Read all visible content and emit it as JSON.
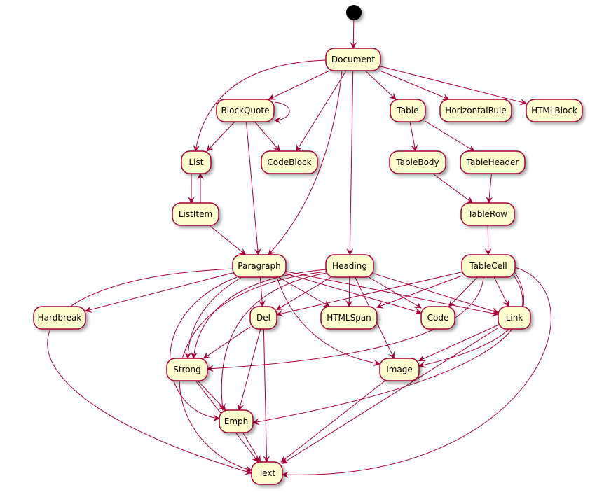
{
  "diagram": {
    "type": "activity-graph",
    "colors": {
      "node_fill": "#FEFECE",
      "border": "#A80036",
      "start": "#000000"
    },
    "start": {
      "label": "start"
    },
    "nodes": [
      {
        "id": "Document",
        "label": "Document"
      },
      {
        "id": "BlockQuote",
        "label": "BlockQuote"
      },
      {
        "id": "CodeBlock",
        "label": "CodeBlock"
      },
      {
        "id": "Table",
        "label": "Table"
      },
      {
        "id": "HorizontalRule",
        "label": "HorizontalRule"
      },
      {
        "id": "HTMLBlock",
        "label": "HTMLBlock"
      },
      {
        "id": "List",
        "label": "List"
      },
      {
        "id": "TableBody",
        "label": "TableBody"
      },
      {
        "id": "TableHeader",
        "label": "TableHeader"
      },
      {
        "id": "ListItem",
        "label": "ListItem"
      },
      {
        "id": "TableRow",
        "label": "TableRow"
      },
      {
        "id": "Paragraph",
        "label": "Paragraph"
      },
      {
        "id": "Heading",
        "label": "Heading"
      },
      {
        "id": "TableCell",
        "label": "TableCell"
      },
      {
        "id": "Hardbreak",
        "label": "Hardbreak"
      },
      {
        "id": "Del",
        "label": "Del"
      },
      {
        "id": "HTMLSpan",
        "label": "HTMLSpan"
      },
      {
        "id": "Code",
        "label": "Code"
      },
      {
        "id": "Link",
        "label": "Link"
      },
      {
        "id": "Strong",
        "label": "Strong"
      },
      {
        "id": "Image",
        "label": "Image"
      },
      {
        "id": "Emph",
        "label": "Emph"
      },
      {
        "id": "Text",
        "label": "Text"
      }
    ],
    "edges": [
      [
        "start",
        "Document"
      ],
      [
        "Document",
        "List"
      ],
      [
        "Document",
        "BlockQuote"
      ],
      [
        "Document",
        "CodeBlock"
      ],
      [
        "Document",
        "Paragraph"
      ],
      [
        "Document",
        "Heading"
      ],
      [
        "Document",
        "Table"
      ],
      [
        "Document",
        "HorizontalRule"
      ],
      [
        "Document",
        "HTMLBlock"
      ],
      [
        "BlockQuote",
        "BlockQuote"
      ],
      [
        "BlockQuote",
        "List"
      ],
      [
        "BlockQuote",
        "CodeBlock"
      ],
      [
        "BlockQuote",
        "Paragraph"
      ],
      [
        "List",
        "ListItem"
      ],
      [
        "ListItem",
        "List"
      ],
      [
        "ListItem",
        "Paragraph"
      ],
      [
        "Table",
        "TableBody"
      ],
      [
        "Table",
        "TableHeader"
      ],
      [
        "TableBody",
        "TableRow"
      ],
      [
        "TableHeader",
        "TableRow"
      ],
      [
        "TableRow",
        "TableCell"
      ],
      [
        "Paragraph",
        "Hardbreak"
      ],
      [
        "Paragraph",
        "Text"
      ],
      [
        "Paragraph",
        "Strong"
      ],
      [
        "Paragraph",
        "Emph"
      ],
      [
        "Paragraph",
        "Del"
      ],
      [
        "Paragraph",
        "HTMLSpan"
      ],
      [
        "Paragraph",
        "Code"
      ],
      [
        "Paragraph",
        "Link"
      ],
      [
        "Paragraph",
        "Image"
      ],
      [
        "Heading",
        "Strong"
      ],
      [
        "Heading",
        "Emph"
      ],
      [
        "Heading",
        "Del"
      ],
      [
        "Heading",
        "HTMLSpan"
      ],
      [
        "Heading",
        "Code"
      ],
      [
        "Heading",
        "Link"
      ],
      [
        "Heading",
        "Image"
      ],
      [
        "Heading",
        "Text"
      ],
      [
        "TableCell",
        "Del"
      ],
      [
        "TableCell",
        "HTMLSpan"
      ],
      [
        "TableCell",
        "Code"
      ],
      [
        "TableCell",
        "Link"
      ],
      [
        "TableCell",
        "Strong"
      ],
      [
        "TableCell",
        "Image"
      ],
      [
        "TableCell",
        "Emph"
      ],
      [
        "TableCell",
        "Text"
      ],
      [
        "Del",
        "Strong"
      ],
      [
        "Del",
        "Emph"
      ],
      [
        "Del",
        "Text"
      ],
      [
        "Strong",
        "Emph"
      ],
      [
        "Strong",
        "Text"
      ],
      [
        "Emph",
        "Text"
      ],
      [
        "Link",
        "Image"
      ],
      [
        "Link",
        "Text"
      ],
      [
        "Image",
        "Text"
      ]
    ]
  }
}
